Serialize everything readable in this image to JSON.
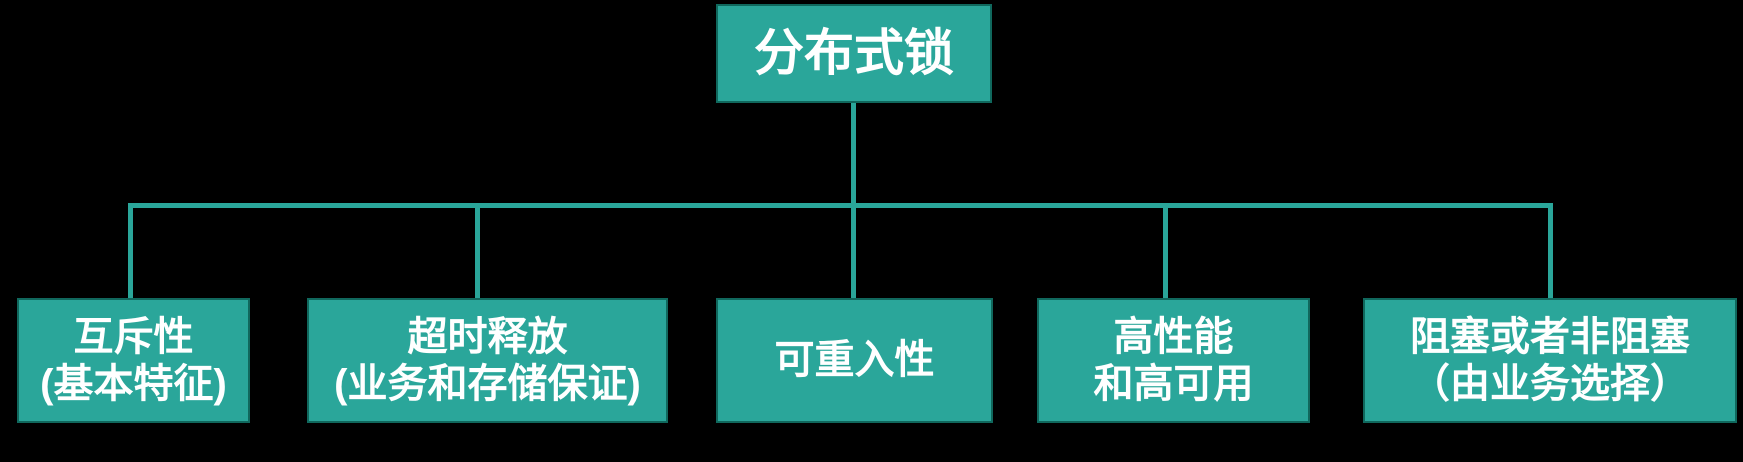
{
  "diagram": {
    "title": "分布式锁",
    "root": {
      "label": "分布式锁"
    },
    "children": [
      {
        "label": "互斥性\n(基本特征)"
      },
      {
        "label": "超时释放\n(业务和存储保证)"
      },
      {
        "label": "可重入性"
      },
      {
        "label": "高性能\n和高可用"
      },
      {
        "label": "阻塞或者非阻塞\n（由业务选择）"
      }
    ],
    "colors": {
      "background": "#000000",
      "node_fill": "#2AA69A",
      "node_border": "#10685D",
      "connector": "#2AA69A",
      "text": "#FFFFFF"
    }
  }
}
